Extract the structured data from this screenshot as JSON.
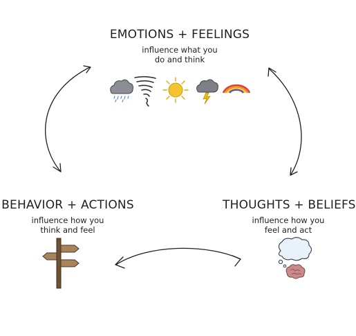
{
  "nodes": {
    "emotions": {
      "title": "EMOTIONS + FEELINGS",
      "line1": "influence what you",
      "line2": "do and think"
    },
    "behavior": {
      "title": "BEHAVIOR + ACTIONS",
      "line1": "influence how you",
      "line2": "think and feel"
    },
    "thoughts": {
      "title": "THOUGHTS + BELIEFS",
      "line1": "influence how you",
      "line2": "feel and act"
    }
  },
  "icons": {
    "emotions_row": [
      "rain-cloud-icon",
      "tornado-icon",
      "sun-icon",
      "lightning-cloud-icon",
      "rainbow-icon"
    ],
    "behavior": "signpost-icon",
    "thoughts": "thought-bubble-brain-icon"
  },
  "colors": {
    "ink": "#1e1e1e",
    "sun": "#f4c430",
    "wood": "#8b6a45",
    "brain": "#c98a8a",
    "cloud": "#7d8187"
  }
}
